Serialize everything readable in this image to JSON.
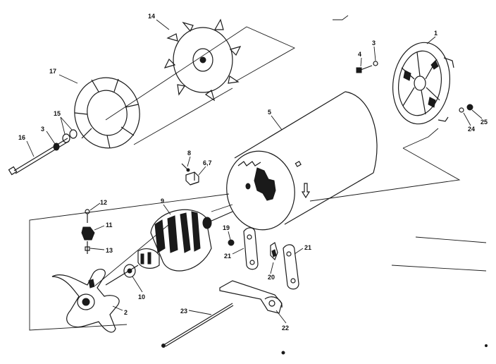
{
  "labels": {
    "p1": "1",
    "p2": "2",
    "p3a": "3",
    "p3b": "3",
    "p4": "4",
    "p5": "5",
    "p67": "6,7",
    "p8": "8",
    "p9": "9",
    "p10": "10",
    "p11": "11",
    "p12": "12",
    "p13": "13",
    "p14": "14",
    "p15": "15",
    "p16": "16",
    "p17": "17",
    "p19": "19",
    "p20": "20",
    "p21a": "21",
    "p21b": "21",
    "p22": "22",
    "p23": "23",
    "p24": "24",
    "p25": "25"
  }
}
